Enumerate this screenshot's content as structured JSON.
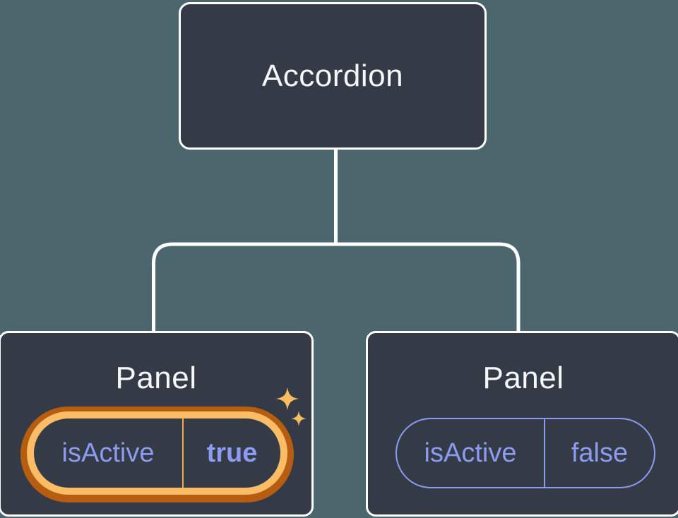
{
  "tree": {
    "root": {
      "label": "Accordion"
    },
    "children": [
      {
        "title": "Panel",
        "state": {
          "label": "isActive",
          "value": "true"
        },
        "highlighted": true
      },
      {
        "title": "Panel",
        "state": {
          "label": "isActive",
          "value": "false"
        },
        "highlighted": false
      }
    ]
  },
  "colors": {
    "canvas_background": "#4C666E",
    "card_background": "#343A46",
    "card_border": "#FFFFFF",
    "title_text": "#F6F7F9",
    "state_text": "#8C9BEF",
    "state_border": "#8C9BEF",
    "highlight_gold": "#FABD66",
    "highlight_dark_orange": "#B65D11",
    "highlight_divider": "#EFA64D",
    "sparkle": "#F7BD63"
  }
}
